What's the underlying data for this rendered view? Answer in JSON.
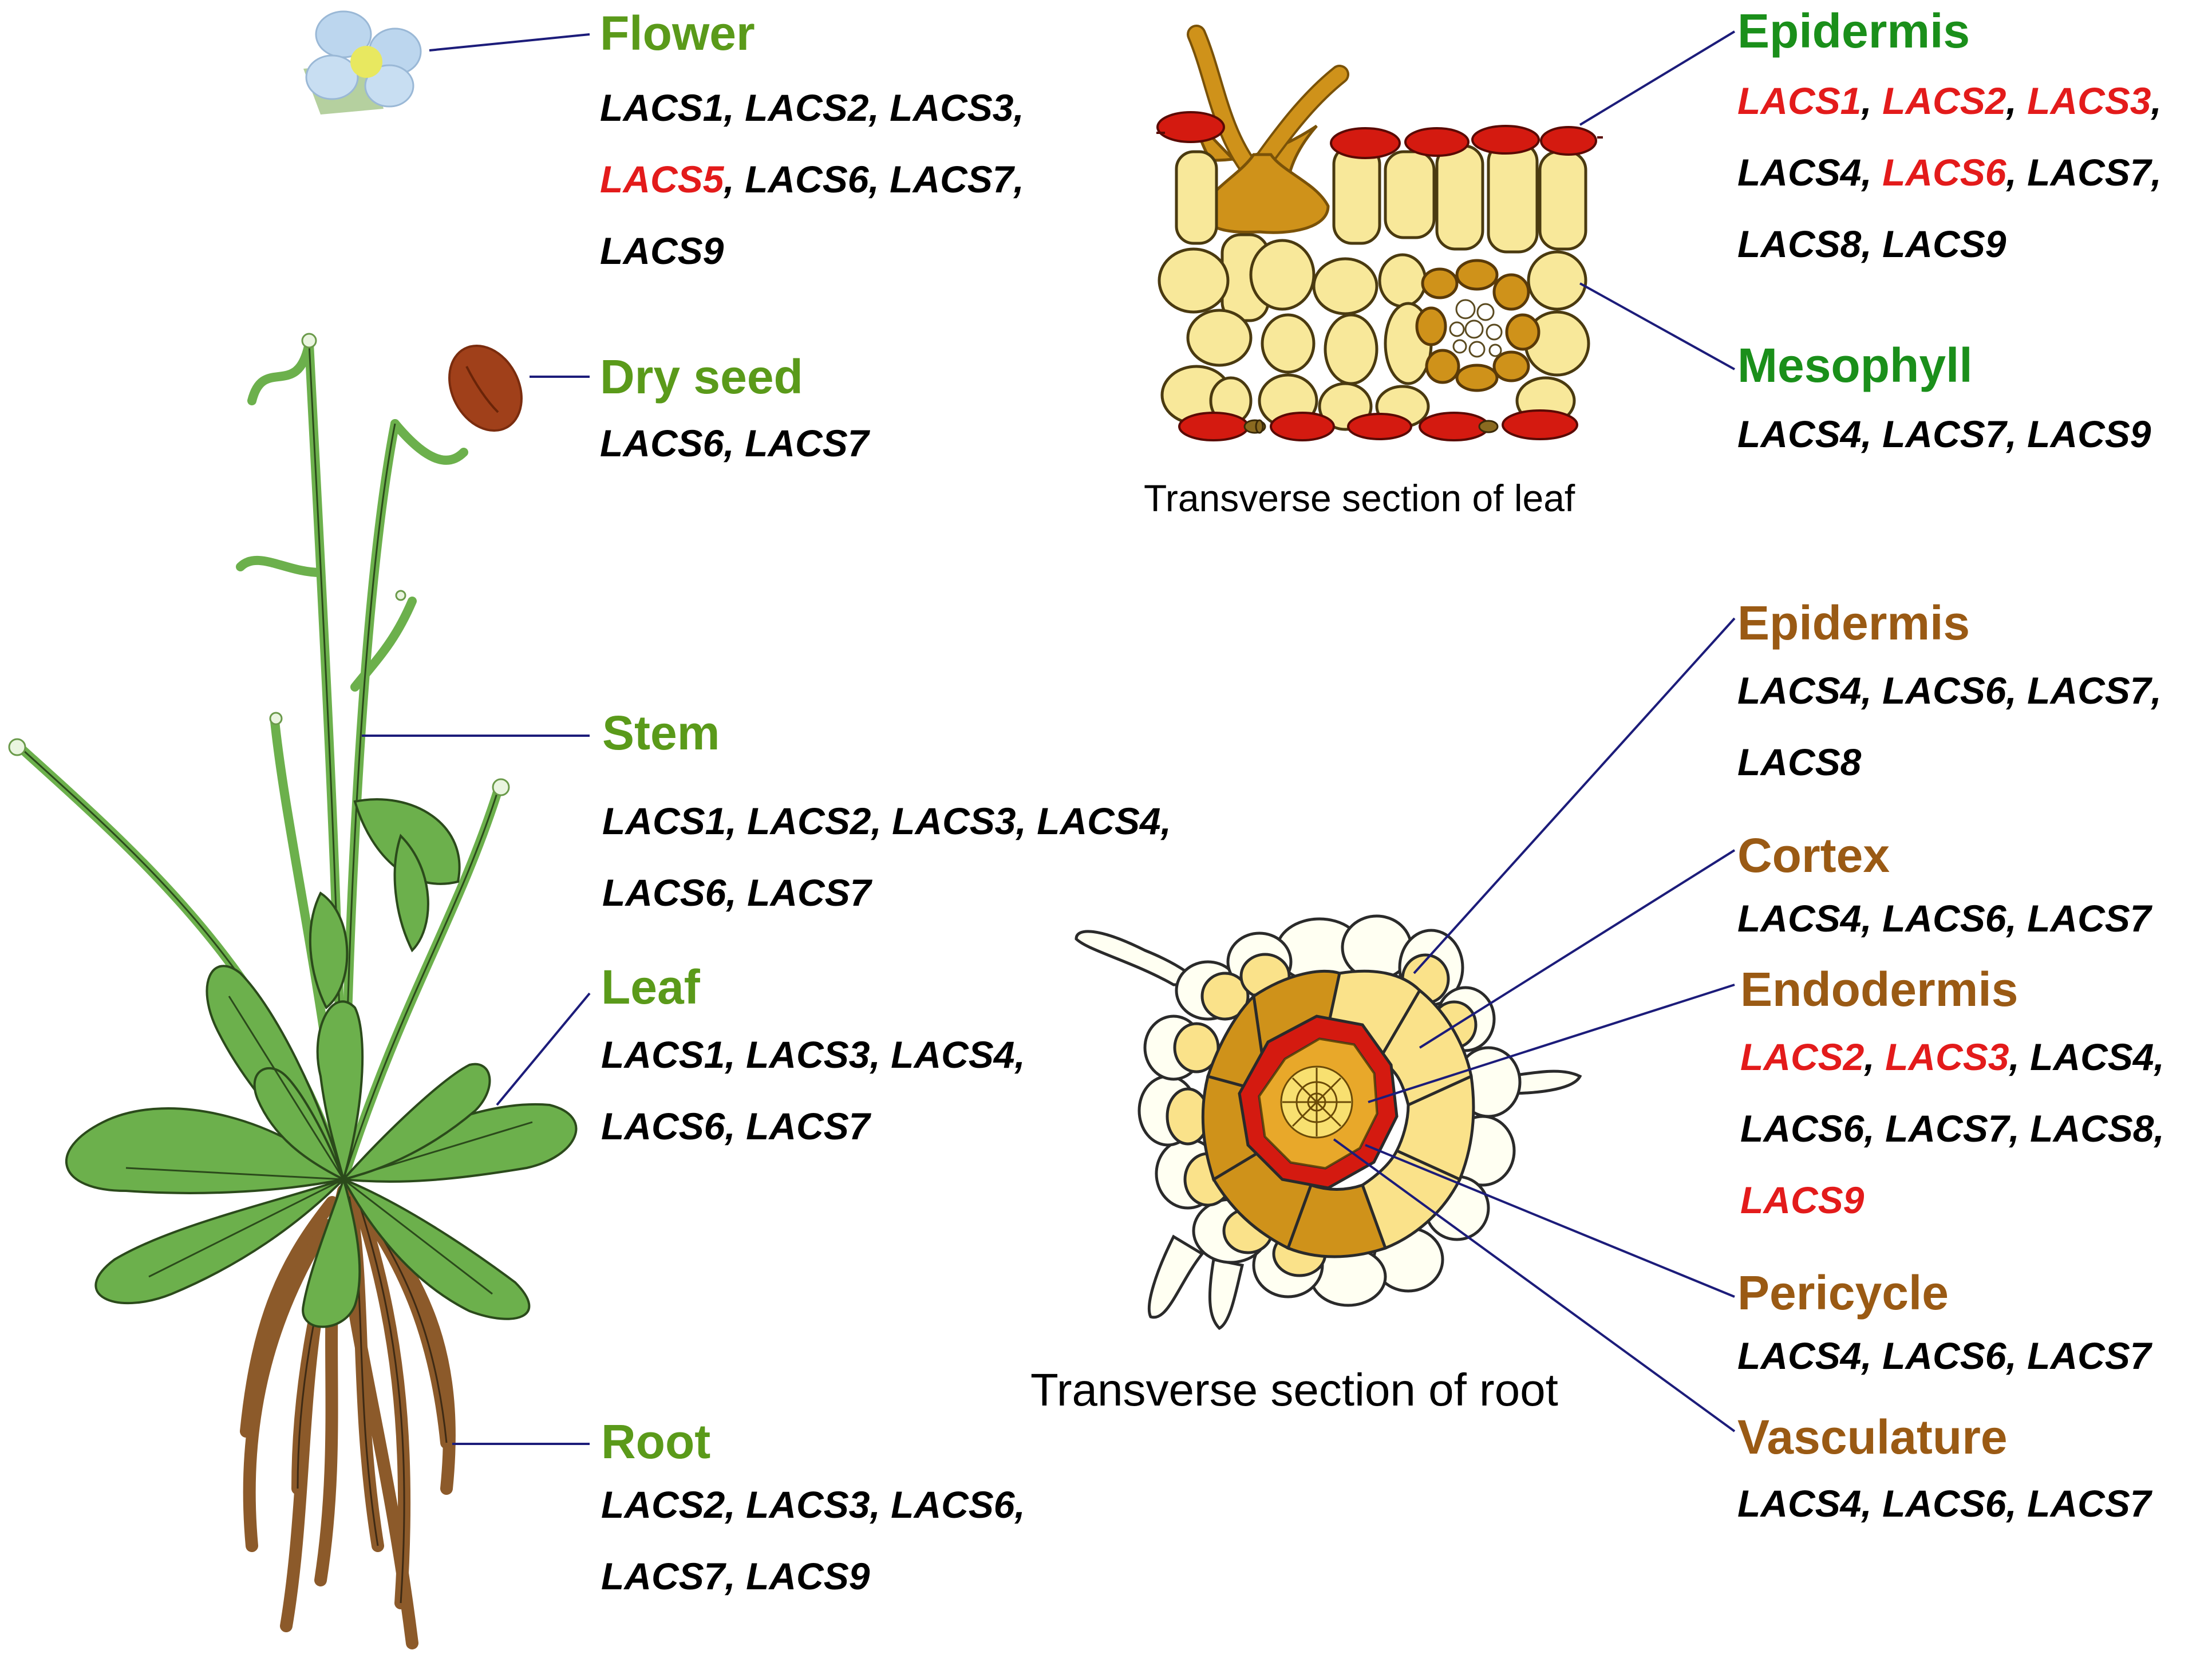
{
  "colors": {
    "plant_tissue_title": "#5a9a1a",
    "leaf_tissue_title": "#1a8f1a",
    "root_tissue_title": "#9a5a14",
    "gene_default": "#000000",
    "gene_highlight": "#e31b1b",
    "leader_line": "#1c1c7a",
    "epidermis_cell": "#d41a10",
    "mesophyll_cell": "#f8e89a",
    "vascular_cell": "#cf921a",
    "root_endodermis": "#d41a10",
    "root_cortex_dark": "#cf921a",
    "root_cortex_light": "#fae28a",
    "root_outer": "#fffff2",
    "leaf_green": "#6cb04c",
    "root_brown": "#8c5a2a",
    "seed_brown": "#a0401a",
    "flower_blue": "#bcd6ee"
  },
  "icons": {
    "flower": "flower-icon",
    "seed": "dry-seed-icon",
    "plant": "arabidopsis-plant-illustration",
    "leaf_section": "leaf-cross-section-illustration",
    "root_section": "root-cross-section-illustration"
  },
  "captions": {
    "leaf_section": "Transverse section of leaf",
    "root_section": "Transverse section of root"
  },
  "plant_tissues": [
    {
      "title": "Flower",
      "genes": [
        {
          "name": "LACS1",
          "sep": ", ",
          "highlight": false
        },
        {
          "name": "LACS2",
          "sep": ", ",
          "highlight": false
        },
        {
          "name": "LACS3",
          "sep": ", ",
          "highlight": false
        },
        {
          "name": "LACS5",
          "sep": ", ",
          "highlight": true
        },
        {
          "name": "LACS6",
          "sep": ", ",
          "highlight": false
        },
        {
          "name": "LACS7",
          "sep": ", ",
          "highlight": false
        },
        {
          "name": "LACS9",
          "sep": "",
          "highlight": false
        }
      ]
    },
    {
      "title": "Dry seed",
      "genes": [
        {
          "name": "LACS6",
          "sep": ", ",
          "highlight": false
        },
        {
          "name": "LACS7",
          "sep": "",
          "highlight": false
        }
      ]
    },
    {
      "title": "Stem",
      "genes": [
        {
          "name": "LACS1",
          "sep": ", ",
          "highlight": false
        },
        {
          "name": "LACS2",
          "sep": ", ",
          "highlight": false
        },
        {
          "name": "LACS3",
          "sep": ", ",
          "highlight": false
        },
        {
          "name": "LACS4",
          "sep": ", ",
          "highlight": false
        },
        {
          "name": "LACS6",
          "sep": ", ",
          "highlight": false
        },
        {
          "name": "LACS7",
          "sep": "",
          "highlight": false
        }
      ]
    },
    {
      "title": "Leaf",
      "genes": [
        {
          "name": "LACS1",
          "sep": ", ",
          "highlight": false
        },
        {
          "name": "LACS3",
          "sep": ", ",
          "highlight": false
        },
        {
          "name": "LACS4",
          "sep": ", ",
          "highlight": false
        },
        {
          "name": "LACS6",
          "sep": ", ",
          "highlight": false
        },
        {
          "name": "LACS7",
          "sep": "",
          "highlight": false
        }
      ]
    },
    {
      "title": "Root",
      "genes": [
        {
          "name": "LACS2",
          "sep": ", ",
          "highlight": false
        },
        {
          "name": "LACS3",
          "sep": ", ",
          "highlight": false
        },
        {
          "name": "LACS6",
          "sep": ", ",
          "highlight": false
        },
        {
          "name": "LACS7",
          "sep": ", ",
          "highlight": false
        },
        {
          "name": "LACS9",
          "sep": "",
          "highlight": false
        }
      ]
    }
  ],
  "leaf_tissues": [
    {
      "title": "Epidermis",
      "genes": [
        {
          "name": "LACS1",
          "sep": ", ",
          "highlight": true
        },
        {
          "name": "LACS2",
          "sep": ", ",
          "highlight": true
        },
        {
          "name": "LACS3",
          "sep": ", ",
          "highlight": true
        },
        {
          "name": "LACS4",
          "sep": ", ",
          "highlight": false
        },
        {
          "name": "LACS6",
          "sep": ", ",
          "highlight": true
        },
        {
          "name": "LACS7",
          "sep": ", ",
          "highlight": false
        },
        {
          "name": "LACS8",
          "sep": ", ",
          "highlight": false
        },
        {
          "name": "LACS9",
          "sep": "",
          "highlight": false
        }
      ]
    },
    {
      "title": "Mesophyll",
      "genes": [
        {
          "name": "LACS4",
          "sep": ", ",
          "highlight": false
        },
        {
          "name": "LACS7",
          "sep": ", ",
          "highlight": false
        },
        {
          "name": "LACS9",
          "sep": "",
          "highlight": false
        }
      ]
    }
  ],
  "root_tissues": [
    {
      "title": "Epidermis",
      "genes": [
        {
          "name": "LACS4",
          "sep": ", ",
          "highlight": false
        },
        {
          "name": "LACS6",
          "sep": ", ",
          "highlight": false
        },
        {
          "name": "LACS7",
          "sep": ", ",
          "highlight": false
        },
        {
          "name": "LACS8",
          "sep": "",
          "highlight": false
        }
      ]
    },
    {
      "title": "Cortex",
      "genes": [
        {
          "name": "LACS4",
          "sep": ", ",
          "highlight": false
        },
        {
          "name": "LACS6",
          "sep": ", ",
          "highlight": false
        },
        {
          "name": "LACS7",
          "sep": "",
          "highlight": false
        }
      ]
    },
    {
      "title": "Endodermis",
      "genes": [
        {
          "name": "LACS2",
          "sep": ", ",
          "highlight": true
        },
        {
          "name": "LACS3",
          "sep": ", ",
          "highlight": true
        },
        {
          "name": "LACS4",
          "sep": ", ",
          "highlight": false
        },
        {
          "name": "LACS6",
          "sep": ", ",
          "highlight": false
        },
        {
          "name": "LACS7",
          "sep": ", ",
          "highlight": false
        },
        {
          "name": "LACS8",
          "sep": ", ",
          "highlight": false
        },
        {
          "name": "LACS9",
          "sep": "",
          "highlight": true
        }
      ]
    },
    {
      "title": "Pericycle",
      "genes": [
        {
          "name": "LACS4",
          "sep": ", ",
          "highlight": false
        },
        {
          "name": "LACS6",
          "sep": ", ",
          "highlight": false
        },
        {
          "name": "LACS7",
          "sep": "",
          "highlight": false
        }
      ]
    },
    {
      "title": "Vasculature",
      "genes": [
        {
          "name": "LACS4",
          "sep": ", ",
          "highlight": false
        },
        {
          "name": "LACS6",
          "sep": ", ",
          "highlight": false
        },
        {
          "name": "LACS7",
          "sep": "",
          "highlight": false
        }
      ]
    }
  ]
}
